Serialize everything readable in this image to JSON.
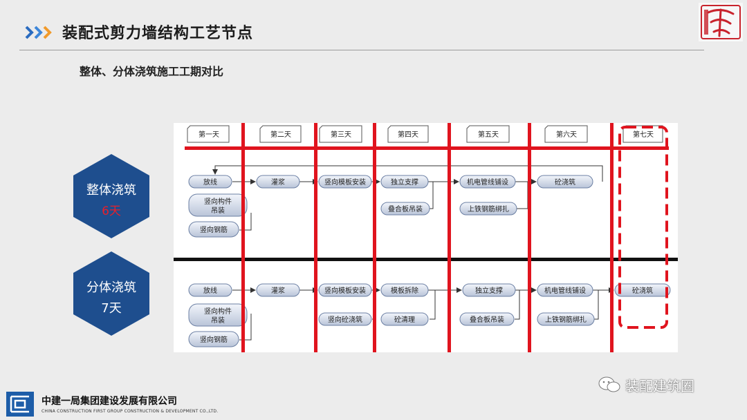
{
  "header": {
    "title": "装配式剪力墙结构工艺节点",
    "subtitle": "整体、分体浇筑施工工期对比"
  },
  "logo": {
    "icon": "seal-logo-icon",
    "color": "#c8232c"
  },
  "methods": {
    "integral": {
      "name": "整体浇筑",
      "duration": "6天",
      "duration_color": "#e8202a"
    },
    "separate": {
      "name": "分体浇筑",
      "duration": "7天",
      "duration_color": "#ffffff"
    }
  },
  "hex_color": "#1e4e8e",
  "accent_red": "#e0141e",
  "day_labels": [
    "第一天",
    "第二天",
    "第三天",
    "第四天",
    "第五天",
    "第六天",
    "第七天"
  ],
  "integral_steps": {
    "d1_a": "放线",
    "d1_b": [
      "竖向构件",
      "吊装"
    ],
    "d1_c": "竖向钢筋",
    "d2": "灌浆",
    "d3": "竖向模板安装",
    "d4_a": "独立支撑",
    "d4_b": "叠合板吊装",
    "d5_a": "机电管线铺设",
    "d5_b": "上铁钢筋绑扎",
    "d6": "砼浇筑"
  },
  "separate_steps": {
    "d1_a": "放线",
    "d1_b": [
      "竖向构件",
      "吊装"
    ],
    "d1_c": "竖向钢筋",
    "d2": "灌浆",
    "d3_a": "竖向模板安装",
    "d3_b": "竖向砼浇筑",
    "d4_a": "模板拆除",
    "d4_b": "砼清理",
    "d5_a": "独立支撑",
    "d5_b": "叠合板吊装",
    "d6_a": "机电管线铺设",
    "d6_b": "上铁钢筋绑扎",
    "d7": "砼浇筑"
  },
  "footer": {
    "company_cn": "中建一局集团建设发展有限公司",
    "company_en": "CHINA CONSTRUCTION FIRST GROUP CONSTRUCTION & DEVELOPMENT CO.,LTD."
  },
  "watermark": {
    "text": "装配建筑圈",
    "icon": "wechat-icon"
  }
}
